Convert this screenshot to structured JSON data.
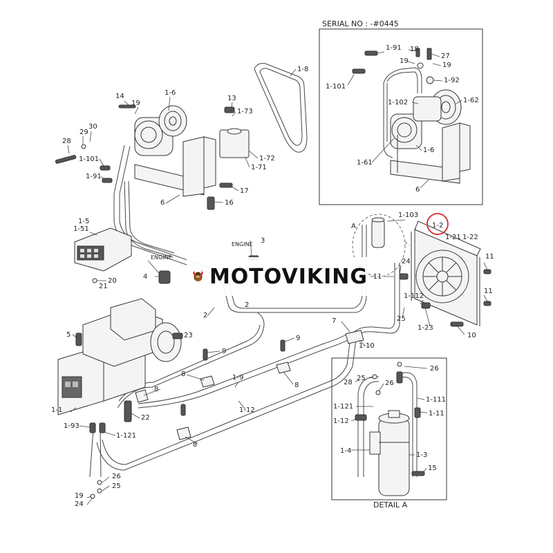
{
  "watermark": {
    "text": "MOTOVIKING"
  },
  "insets": {
    "serial": {
      "title": "SERIAL NO : -#0445"
    },
    "detail": {
      "title": "DETAIL A"
    },
    "callout_a": "A"
  },
  "labels": {
    "engine_top": "ENGINE",
    "engine_left": "ENGINE"
  },
  "part_numbers": {
    "p1_8": "1-8",
    "p1_6": "1-6",
    "p14": "14",
    "p19a": "19",
    "p13": "13",
    "p1_73": "1-73",
    "p1_72": "1-72",
    "p1_71": "1-71",
    "p28": "28",
    "p29": "29",
    "p30": "30",
    "p1_101a": "1-101",
    "p1_91a": "1-91",
    "p17": "17",
    "p6a": "6",
    "p16": "16",
    "p1_5": "1-5",
    "p1_51": "1-51",
    "p20": "20",
    "p21": "21",
    "p3": "3",
    "p4": "4",
    "p2a": "2",
    "p2b": "2",
    "p7": "7",
    "p1_10": "1-10",
    "p5": "5",
    "p23": "23",
    "p9a": "9",
    "p9b": "9",
    "p8a": "8",
    "p8b": "8",
    "p8c": "8",
    "p8d": "8",
    "p1_9": "1-9",
    "p1_12a": "1-12",
    "p1_1": "1-1",
    "p22": "22",
    "p1_93": "1-93",
    "p1_121a": "1-121",
    "p26a": "26",
    "p25a": "25",
    "p19b": "19",
    "p24a": "24",
    "p1_103": "1-103",
    "p1_2": "1-2",
    "p1_21": "1-21",
    "p1_22": "1-22",
    "p24b": "24",
    "p1_11a": "-11",
    "p1_112": "1-112",
    "p25b": "25",
    "p1_23": "1-23",
    "p10": "10",
    "p11a": "11",
    "p11b": "11",
    "s1_91": "1-91",
    "s18": "18",
    "s27": "27",
    "s19a": "19",
    "s19b": "19",
    "s1_101": "1-101",
    "s1_92": "1-92",
    "s1_102": "1-102",
    "s1_62": "1-62",
    "s1_6": "1-6",
    "s1_61": "1-61",
    "s6": "6",
    "d25": "25",
    "d26a": "26",
    "d28": "28",
    "d26b": "26",
    "d1_121": "1-121",
    "d1_111": "1-111",
    "d1_12": "1-12",
    "d1_11": "1-11",
    "d1_4": "1-4",
    "d1_3": "1-3",
    "d15": "15"
  },
  "colors": {
    "callout_circle": "#d9262b",
    "line": "#333333",
    "watermark_text": "#111111"
  }
}
